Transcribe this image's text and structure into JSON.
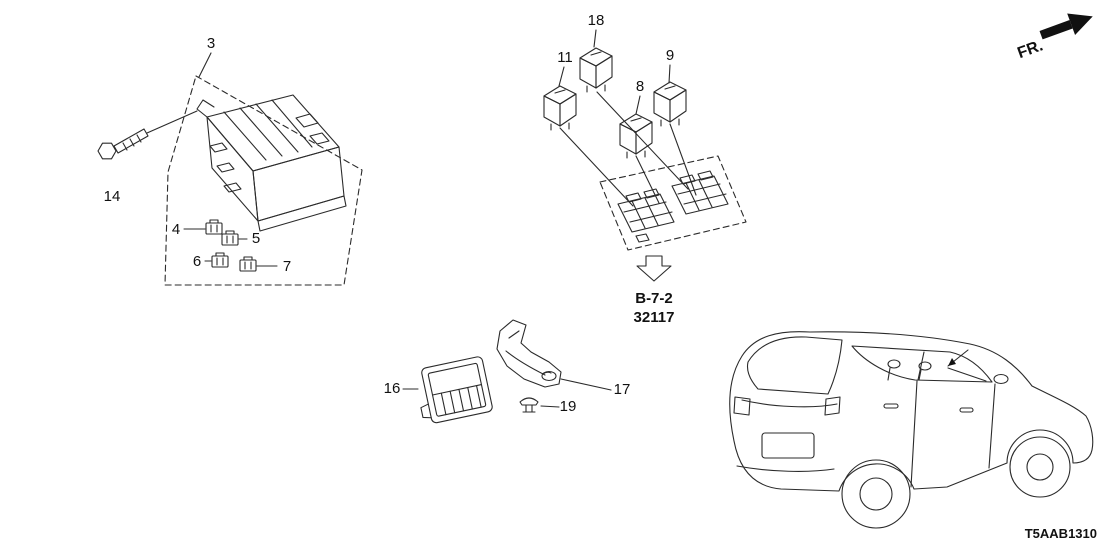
{
  "diagram": {
    "code": "T5AAB1310",
    "orientation_label": "FR.",
    "reference": {
      "line1": "B-7-2",
      "line2": "32117"
    },
    "callouts": {
      "c3": "3",
      "c4": "4",
      "c5": "5",
      "c6": "6",
      "c7": "7",
      "c8": "8",
      "c9": "9",
      "c11": "11",
      "c14": "14",
      "c16": "16",
      "c17": "17",
      "c18": "18",
      "c19": "19"
    }
  }
}
